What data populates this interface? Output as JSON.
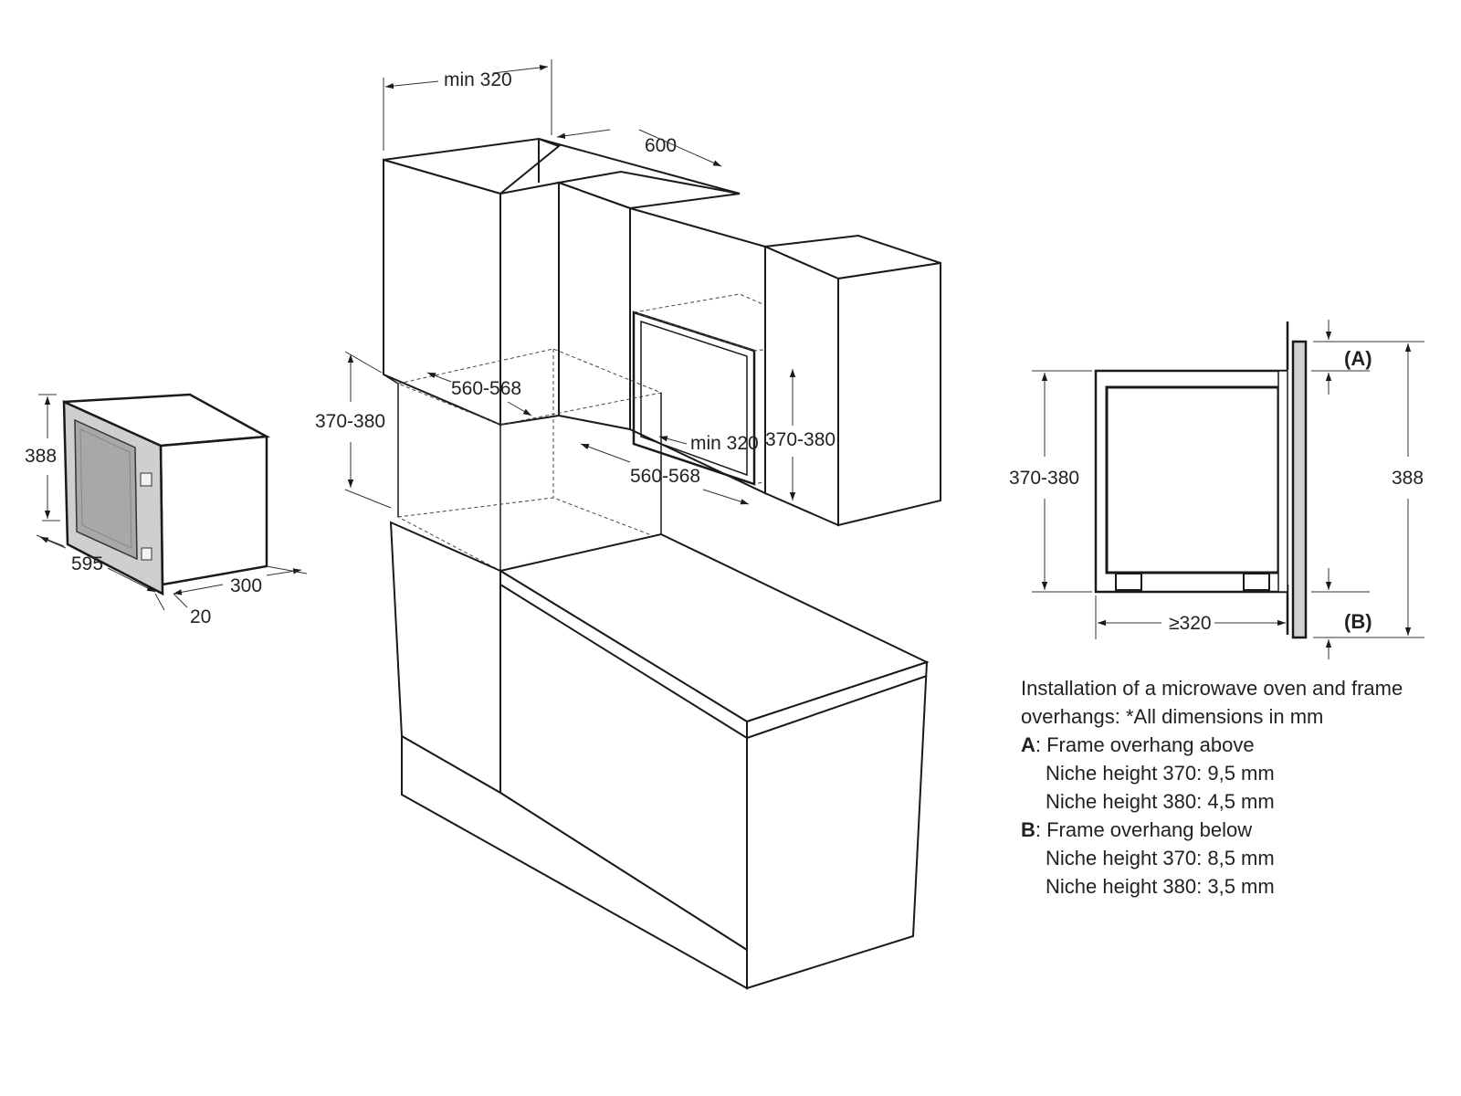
{
  "appliance": {
    "height": "388",
    "width": "595",
    "depth": "300",
    "frame_depth": "20"
  },
  "cabinet": {
    "min_depth": "min 320",
    "cabinet_width": "600",
    "niche_width_left": "560-568",
    "niche_height_left": "370-380",
    "niche_width_right": "560-568",
    "niche_depth_right": "min 320",
    "niche_height_right": "370-380"
  },
  "section": {
    "niche_height": "370-380",
    "total_height": "388",
    "depth": "≥320",
    "label_a": "(A)",
    "label_b": "(B)"
  },
  "notes": {
    "intro": "Installation of a microwave oven and frame overhangs: *All dimensions in mm",
    "a_key": "A",
    "a_title": ": Frame overhang above",
    "a_line1": "Niche height 370: 9,5 mm",
    "a_line2": "Niche height 380: 4,5 mm",
    "b_key": "B",
    "b_title": ": Frame overhang below",
    "b_line1": "Niche height 370: 8,5 mm",
    "b_line2": "Niche height 380: 3,5 mm"
  }
}
